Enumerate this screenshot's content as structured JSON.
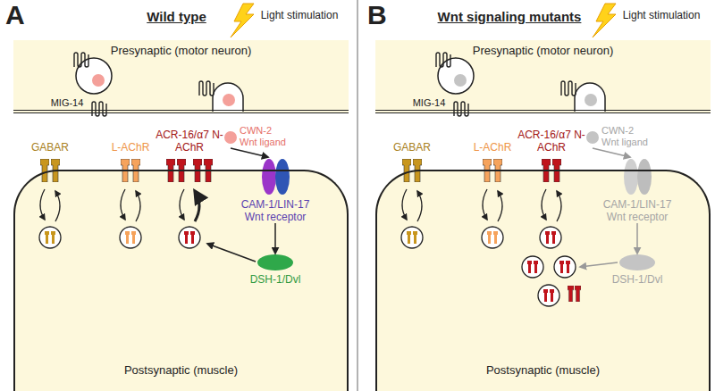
{
  "diagram": {
    "nodes": [
      {
        "text": [
          "A",
          "Wild type"
        ]
      },
      {
        "text": [
          "Presynaptic (motor neuron)"
        ],
        "in": 0
      },
      {
        "text": [
          "Postsynaptic (muscle)"
        ],
        "in": 0
      },
      {
        "text": [
          "CWN-2 Wnt ligand"
        ],
        "in": 0
      },
      {
        "text": [
          "CAM-1/LIN-17 Wnt receptor"
        ],
        "in": 2
      },
      {
        "text": [
          "DSH-1/Dvl"
        ],
        "in": 2
      },
      {
        "text": [
          "B",
          "Wnt signaling mutants"
        ]
      },
      {
        "text": [
          "Presynaptic (motor neuron)"
        ],
        "in": 6
      },
      {
        "text": [
          "Postsynaptic (muscle)"
        ],
        "in": 6
      },
      {
        "text": [
          "CWN-2 Wnt ligand"
        ],
        "in": 6
      },
      {
        "text": [
          "CAM-1/LIN-17 Wnt receptor"
        ],
        "in": 8
      },
      {
        "text": [
          "DSH-1/Dvl"
        ],
        "in": 8
      }
    ],
    "edges": [
      {
        "from": 3,
        "to": 4,
        "arrow": "to"
      },
      {
        "from": 4,
        "to": 5,
        "arrow": "to"
      },
      {
        "from": 9,
        "to": 10,
        "arrow": "to"
      },
      {
        "from": 10,
        "to": 11,
        "arrow": "to"
      }
    ],
    "labels": [
      "Light stimulation",
      "MIG-14",
      "GABAR",
      "L-AChR",
      "ACR-16/α7 N-AChR",
      "Light stimulation",
      "MIG-14",
      "GABAR",
      "L-AChR",
      "ACR-16/α7 N-AChR"
    ]
  }
}
